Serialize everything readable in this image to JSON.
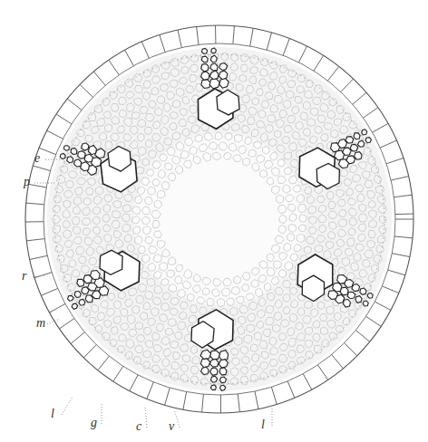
{
  "diagram": {
    "labels": [
      "e",
      "p",
      "r",
      "m",
      "l",
      "g",
      "c",
      "v",
      "l"
    ]
  }
}
